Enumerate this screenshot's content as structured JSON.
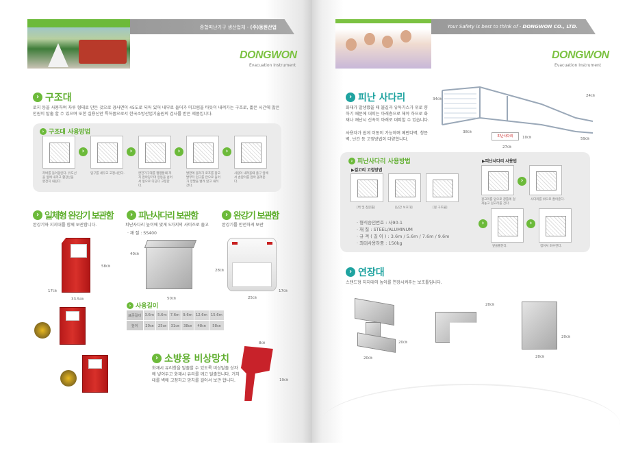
{
  "left_page": {
    "header": {
      "tagline_prefix": "종합피난기구 생산업체 - ",
      "tagline_company": "(주)동원산업",
      "logo": "DONGWON",
      "logo_sub": "Evacuation Instrument"
    },
    "gujodae": {
      "title": "구조대",
      "desc": "로지 등을 사용하여 자루 형태로 만든 것으로 경사면이 45도로 되어 있어 내부로 들어가 미끄럼을 타듯이 내려가는 구조로, 짧은 시간에 많은 인원이 탈출 할 수 있으며 또한 실용신안 특허품으로서 한국소방산업기술원의 검사를 받은 제품입니다.",
      "usage_title": "구조대 사용방법",
      "steps": [
        "커버를 들어올린다. 유도선을 앞에 내리고 활강선을 완전히 내린다.",
        "입구를 세우고 고정시킨다.",
        "완전가구대를 팽팽할때 까지 잡아당기며 망등을 넘어서 앞으로 디딘다 고정한다.",
        "발판에 올라가 로프를 잡고 발부터 입구를 안으로 들어가 양팔을 벌려 앉고 내려간다.",
        "사람이 내려올때 출구 앞에서 손잡이를 잡아 올려준다."
      ]
    },
    "box1": {
      "title": "일체형 완강기 보관함",
      "desc": "완강기와 지지대를 함께 보관합니다.",
      "dims": [
        "58㎝",
        "17㎝",
        "33.5㎝"
      ]
    },
    "box2": {
      "title": "피난사다리 보관함",
      "desc": "피난사다리 높이에 맞게 5가지의 사이즈로 출고",
      "material": "· 재     질 : SS400",
      "dims": [
        "40㎝",
        "50㎝"
      ],
      "length_title": "사용길이",
      "table": {
        "row1": [
          "표준길이",
          "3.6m",
          "5.6m",
          "7.6m",
          "9.6m",
          "12.6m",
          "15.6m"
        ],
        "row2": [
          "높이",
          "20㎝",
          "25㎝",
          "31㎝",
          "38㎝",
          "48㎝",
          "58㎝"
        ]
      }
    },
    "box3": {
      "title": "완강기 보관함",
      "desc": "완강기를 안전하게 보관",
      "dims": [
        "28㎝",
        "17㎝",
        "25㎝"
      ]
    },
    "hammer": {
      "title": "소방용 비상망치",
      "desc": "화재시 유리창을 탈출할 수 있도록 비상탈출 상자에 넣어두고 화재시 유리를 깨고 탈출합니다. 거치대를 벽에 고정하고 망치를 걸어서 보관 합니다.",
      "dims": [
        "8㎝",
        "19㎝"
      ]
    }
  },
  "right_page": {
    "header": {
      "tagline_prefix": "Your Safety is best to think of - ",
      "tagline_company": "DONGWON CO., LTD.",
      "logo": "DONGWON",
      "logo_sub": "Evacuation Instrument"
    },
    "ladder": {
      "title": "피난 사다리",
      "desc1": "화재가 발생했을 때 불길과 유독가스가 위로 향하기 때문에 대피는 아래층으로 해야 하므로 화재나 재난시 신속히 아래로 대피할 수 있습니다.",
      "desc2": "사용자가 쉽게 이동이 가능하며 베란다벽, 창문벽, 난간 등 고정방법이 다양합니다.",
      "dims": [
        "34㎝",
        "38㎝",
        "24㎝",
        "59㎝",
        "10㎝",
        "27㎝"
      ],
      "sign": "피난사다리"
    },
    "usage": {
      "title": "피난사다리 사용방법",
      "hook_title": "▶걸고리 고정방법",
      "hooks": [
        "[벽 및 창문틀]",
        "[난간 보호대]",
        "[철 구조물]"
      ],
      "specs": [
        "· 형식승인번호 : 사90-1",
        "· 재        질 : STEEL/ALUMINUM",
        "· 규 격 ( 길 이 ) : 3.6m / 5.6m / 7.6m / 9.6m",
        "· 최대사용하중 : 150kg"
      ],
      "method_title": "▶피난사다리 사용법",
      "method_steps": [
        "걸고리를 입으로 창틀에 걸쳐놓고 걸고리를 건다.",
        "사다리를 밖으로 잘어준다.",
        "앞을펼친다.",
        "접어서 회수한다."
      ]
    },
    "extension": {
      "title": "연장대",
      "desc": "스탠드형 지지대의 높이를 연장시켜주는 보조툴입니다.",
      "dims": [
        "20㎝",
        "20㎝",
        "20㎝",
        "20㎝",
        "20㎝"
      ]
    }
  },
  "colors": {
    "green": "#6cba3a",
    "teal": "#1fa3a0",
    "red": "#c82020",
    "gray_bar": "#a0a0a0"
  }
}
